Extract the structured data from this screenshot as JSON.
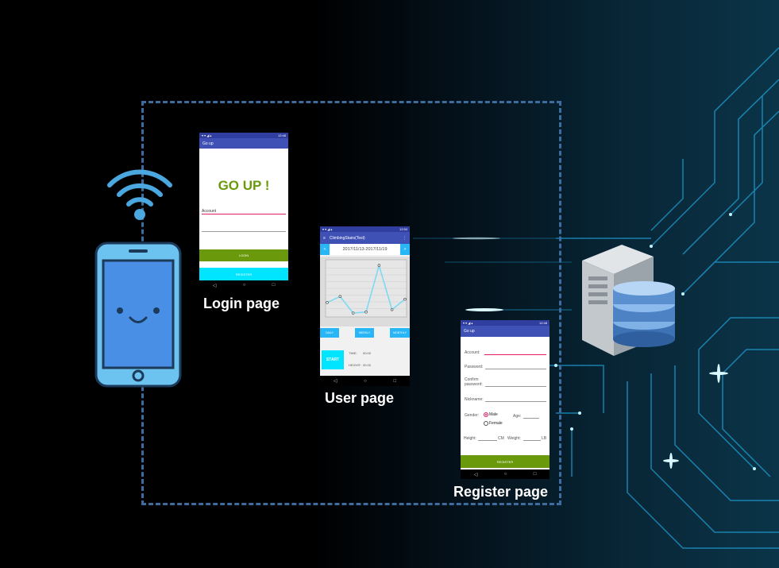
{
  "colors": {
    "accent_green": "#6a9a0c",
    "accent_cyan": "#00e5ff",
    "app_bar": "#3f51b5",
    "dashed_frame": "#3d6c9e",
    "circuit": "#1f9fd6"
  },
  "icons": [
    "wifi-icon",
    "smartphone-icon",
    "server-icon",
    "database-icon"
  ],
  "login": {
    "caption": "Login page",
    "appbar_title": "Go up",
    "status_time": "12:48",
    "heading": "GO UP !",
    "account_label": "Account",
    "login_button": "LOGIN",
    "register_button": "REGISTER"
  },
  "user": {
    "caption": "User page",
    "status_time": "12:50",
    "appbar_title": "ClimbingStairs(Test)",
    "date_range": "2017/11/13-2017/11/19",
    "prev_label": "<",
    "next_label": ">",
    "daily_button": "DAILY",
    "weekly_button": "WEEKLY",
    "monthly_button": "MONTHLY",
    "start_button": "START",
    "time_label": "TIME:",
    "time_value": "00:00",
    "height_label": "HEIGHT:",
    "height_value": "00.00"
  },
  "register": {
    "caption": "Register page",
    "status_time": "12:48",
    "appbar_title": "Go up",
    "account_label": "Account:",
    "password_label": "Password:",
    "confirm_label_1": "Confirm",
    "confirm_label_2": "password:",
    "nickname_label": "Nickname:",
    "gender_label": "Gender:",
    "male_label": "Male",
    "female_label": "Female",
    "age_label": "Age:",
    "height_label": "Height:",
    "height_unit": "CM",
    "weight_label": "Weight:",
    "weight_unit": "LB",
    "register_button": "REGISTER"
  },
  "chart_data": {
    "type": "line",
    "x": [
      1,
      2,
      3,
      4,
      5,
      6,
      7
    ],
    "values": [
      380,
      560,
      70,
      100,
      1480,
      170,
      480
    ],
    "ylim": [
      0,
      1600
    ]
  }
}
